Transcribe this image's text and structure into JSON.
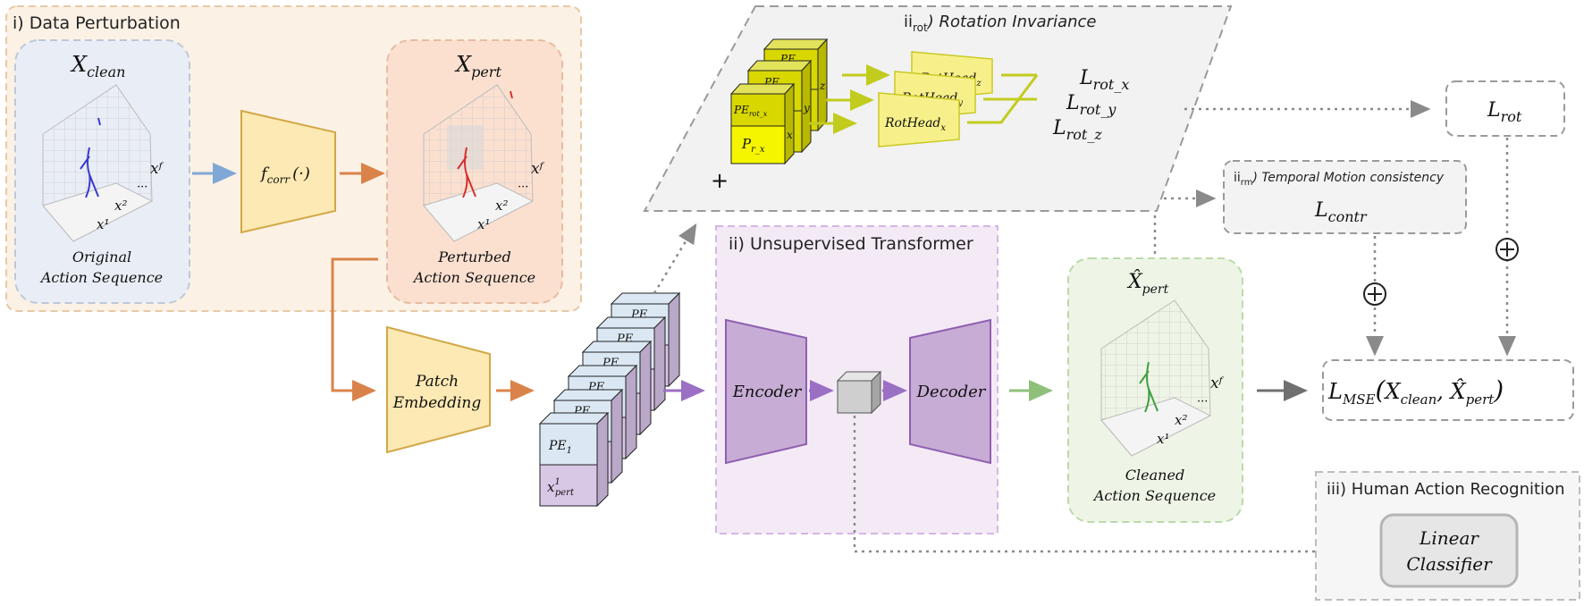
{
  "colors": {
    "orange_arrow": "#d9834a",
    "blue_arrow": "#7fa8d6",
    "purple_arrow": "#9b6fc4",
    "green_arrow": "#8fc07a",
    "gray_arrow": "#707070",
    "yellow_green": "#c2cc1f",
    "perturb_panel": "#fbf1e4",
    "clean_box": "#e9eef6",
    "pert_box": "#fbe0d0",
    "transformer_panel": "#f3eaf6",
    "trapezoid_yellow": "#fde9b3",
    "trapezoid_purple": "#c7acd6",
    "cleaned_box": "#eef5e6",
    "rot_panel": "#f2f2f2"
  },
  "section_i": {
    "title": "i) Data Perturbation",
    "clean_var": "X",
    "clean_sub": "clean",
    "clean_caption_line1": "Original",
    "clean_caption_line2": "Action Sequence",
    "corr_func": "f",
    "corr_sub": "corr",
    "corr_arg": "(·)",
    "pert_var": "X",
    "pert_sub": "pert",
    "pert_caption_line1": "Perturbed",
    "pert_caption_line2": "Action Sequence",
    "axis_x1": "x¹",
    "axis_x2": "x²",
    "axis_xf": "xᶠ",
    "axis_dots": "···"
  },
  "patch_embedding": {
    "line1": "Patch",
    "line2": "Embedding"
  },
  "tokens": {
    "pe_label": "PE",
    "pe_sub": "1",
    "pert_label": "x",
    "pert_sup": "1",
    "pert_sub": "pert",
    "back_labels": [
      "PE",
      "PE",
      "PE",
      "PE",
      "PE"
    ]
  },
  "section_ii": {
    "title": "ii) Unsupervised Transformer",
    "encoder": "Encoder",
    "decoder": "Decoder"
  },
  "cleaned": {
    "var": "X̂",
    "sub": "pert",
    "caption_line1": "Cleaned",
    "caption_line2": "Action Sequence"
  },
  "section_rot": {
    "prefix": "ii",
    "prefix_sub": "rot",
    "title": ") Rotation Invariance",
    "pe_front": "PE",
    "pe_front_sub": "rot_x",
    "p_front": "P",
    "p_front_sub": "r_x",
    "face_x": "x",
    "face_y": "y",
    "face_z": "z",
    "back_pe1": "PE",
    "back_pe2": "PE",
    "heads": [
      {
        "name": "RotHead",
        "sub": "z"
      },
      {
        "name": "RotHead",
        "sub": "y"
      },
      {
        "name": "RotHead",
        "sub": "x"
      }
    ],
    "losses": [
      {
        "name": "L",
        "sub": "rot_x"
      },
      {
        "name": "L",
        "sub": "rot_y"
      },
      {
        "name": "L",
        "sub": "rot_z"
      }
    ],
    "plus": "+"
  },
  "l_rot": {
    "name": "L",
    "sub": "rot"
  },
  "temporal": {
    "prefix": "ii",
    "prefix_sub": "rm",
    "title": ") Temporal Motion consistency",
    "loss_name": "L",
    "loss_sub": "contr"
  },
  "mse": {
    "name": "L",
    "sub": "MSE",
    "open": "(",
    "arg1": "X",
    "arg1_sub": "clean",
    "comma": ", ",
    "arg2": "X̂",
    "arg2_sub": "pert",
    "close": ")"
  },
  "oplus": "⊕",
  "section_iii": {
    "title": "iii) Human Action Recognition",
    "line1": "Linear",
    "line2": "Classifier"
  }
}
